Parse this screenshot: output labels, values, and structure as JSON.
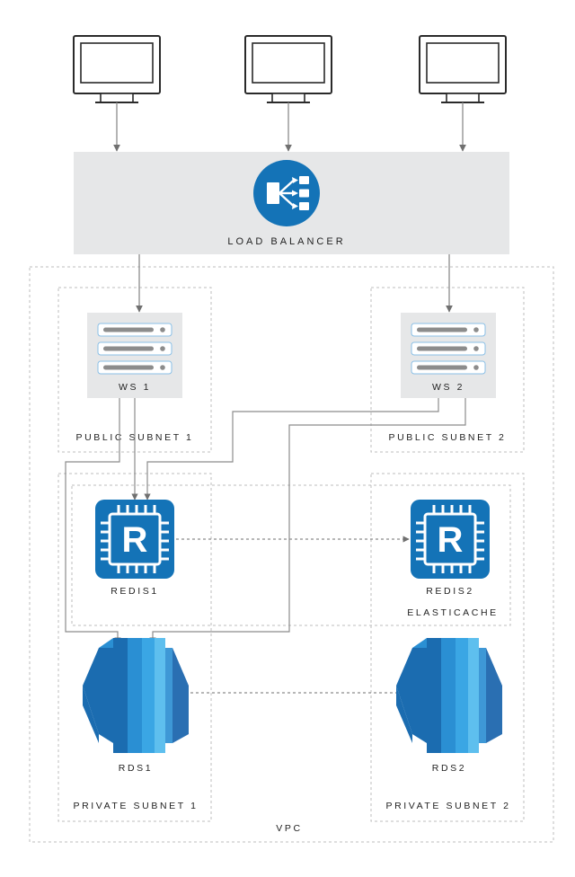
{
  "labels": {
    "load_balancer": "LOAD BALANCER",
    "ws1": "WS 1",
    "ws2": "WS 2",
    "public_subnet_1": "PUBLIC SUBNET 1",
    "public_subnet_2": "PUBLIC SUBNET 2",
    "redis1": "REDIS1",
    "redis2": "REDIS2",
    "redis_glyph": "R",
    "elasticache": "ELASTICACHE",
    "rds1": "RDS1",
    "rds2": "RDS2",
    "private_subnet_1": "PRIVATE SUBNET 1",
    "private_subnet_2": "PRIVATE SUBNET 2",
    "vpc": "VPC"
  },
  "colors": {
    "panel_gray": "#e6e7e8",
    "line_gray": "#8c8c8c",
    "dash_gray": "#bdbdbd",
    "icon_blue": "#1473b7",
    "rds_dark": "#1b6cb0",
    "rds_mid": "#2a8fd3",
    "rds_light": "#5ebfee"
  },
  "icons": {
    "client": "desktop-monitor-icon",
    "load_balancer": "load-balancer-icon",
    "web_server": "server-rack-icon",
    "redis": "redis-chip-icon",
    "rds": "rds-database-icon"
  }
}
